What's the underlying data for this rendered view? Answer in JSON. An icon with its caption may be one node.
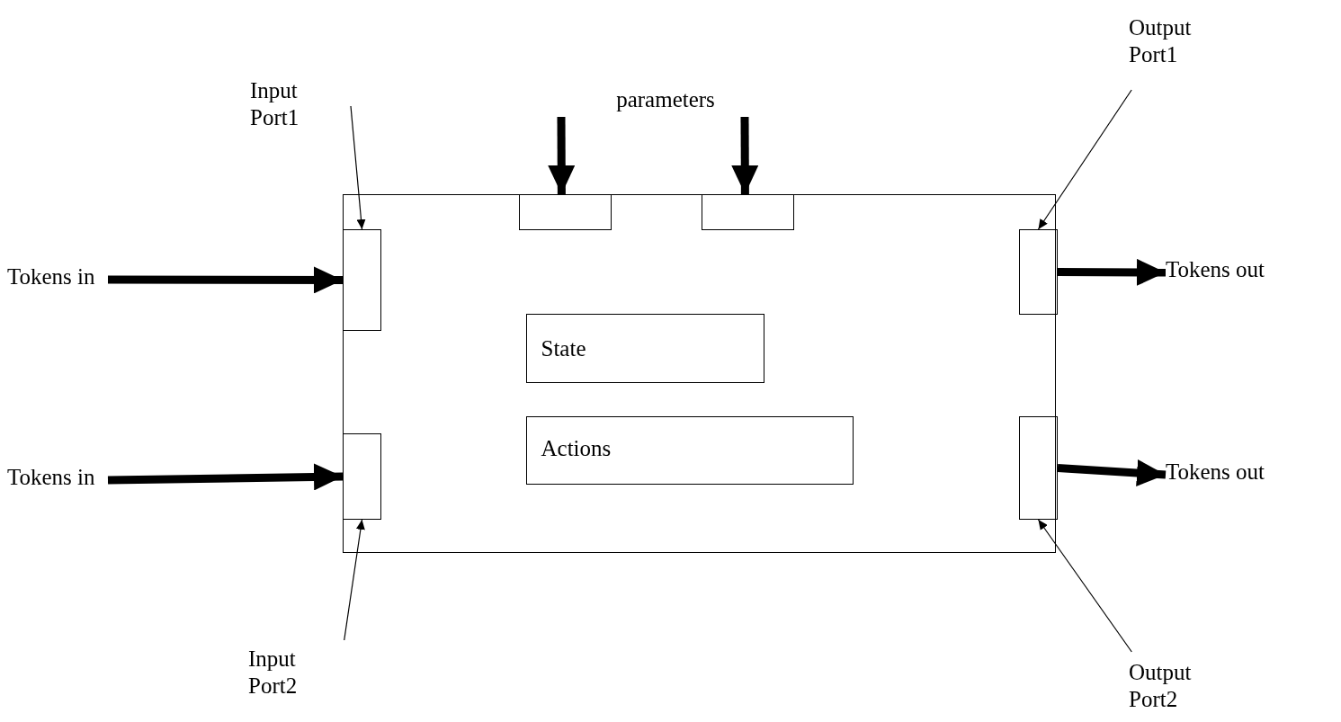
{
  "diagram": {
    "nodes": [
      {
        "text": [],
        "shape": "box"
      },
      {
        "text": [
          "Input Port1"
        ]
      },
      {
        "text": [
          "parameters"
        ]
      },
      {
        "text": [
          "Output Port1"
        ]
      },
      {
        "text": [
          "Tokens in"
        ]
      },
      {
        "text": [],
        "shape": "box",
        "in": 0
      },
      {
        "text": [],
        "shape": "box",
        "in": 0
      },
      {
        "text": [],
        "shape": "box",
        "in": 0
      },
      {
        "text": [],
        "shape": "box",
        "in": 0
      },
      {
        "text": [
          "Tokens out"
        ]
      },
      {
        "text": [
          "State"
        ],
        "in": 0
      },
      {
        "text": [
          "Actions"
        ],
        "in": 0
      },
      {
        "text": [
          "Tokens in"
        ]
      },
      {
        "text": [],
        "shape": "box",
        "in": 0
      },
      {
        "text": [],
        "shape": "box",
        "in": 0
      },
      {
        "text": [
          "Tokens out"
        ]
      },
      {
        "text": [
          "Input Port2"
        ]
      },
      {
        "text": [
          "Output Port2"
        ]
      }
    ],
    "edges": [
      {
        "from": 4,
        "to": 5,
        "arrow": "to"
      },
      {
        "from": 12,
        "to": 13,
        "arrow": "to"
      },
      {
        "from": 8,
        "to": 9,
        "arrow": "to"
      },
      {
        "from": 14,
        "to": 15,
        "arrow": "to"
      },
      {
        "from": 2,
        "to": 6,
        "arrow": "to"
      },
      {
        "from": 2,
        "to": 7,
        "arrow": "to"
      },
      {
        "from": 1,
        "to": 5,
        "arrow": "to"
      },
      {
        "from": 3,
        "to": 8,
        "arrow": "to"
      },
      {
        "from": 16,
        "to": 13,
        "arrow": "to"
      },
      {
        "from": 17,
        "to": 14,
        "arrow": "to"
      }
    ]
  }
}
